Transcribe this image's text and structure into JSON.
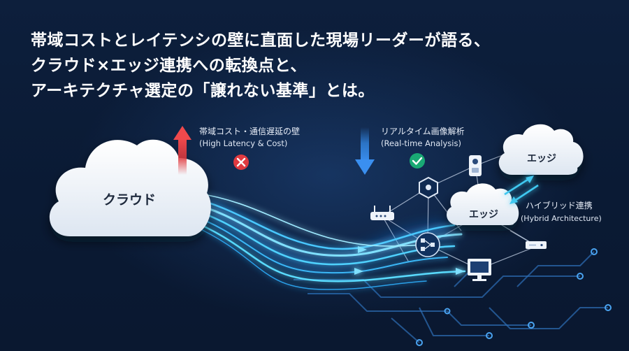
{
  "headline": {
    "line1": "帯域コストとレイテンシの壁に直面した現場リーダーが語る、",
    "line2": "クラウド×エッジ連携への転換点と、",
    "line3": "アーキテクチャ選定の「譲れない基準」とは。"
  },
  "clouds": {
    "main": "クラウド",
    "edge_upper": "エッジ",
    "edge_lower": "エッジ"
  },
  "labels": {
    "bandwidth_ja": "帯域コスト・通信遅延の壁",
    "bandwidth_en": "(High Latency & Cost)",
    "realtime_ja": "リアルタイム画像解析",
    "realtime_en": "(Real-time Analysis)",
    "hybrid_ja": "ハイブリッド連携",
    "hybrid_en": "(Hybrid Architecture)"
  },
  "colors": {
    "up_arrow": "#e0393e",
    "down_arrow": "#2f7fd8",
    "status_bad": "#e03a40",
    "status_good": "#19a974",
    "beam": "#4fd2ff",
    "sync_arrow": "#3fc8f0"
  },
  "icons": {
    "bad": "x-circle-icon",
    "good": "check-circle-icon",
    "router": "router-icon",
    "gateway": "hexagon-node-icon",
    "camera": "camera-sensor-icon",
    "hub": "network-hub-icon",
    "monitor": "monitor-icon",
    "server": "server-device-icon"
  }
}
